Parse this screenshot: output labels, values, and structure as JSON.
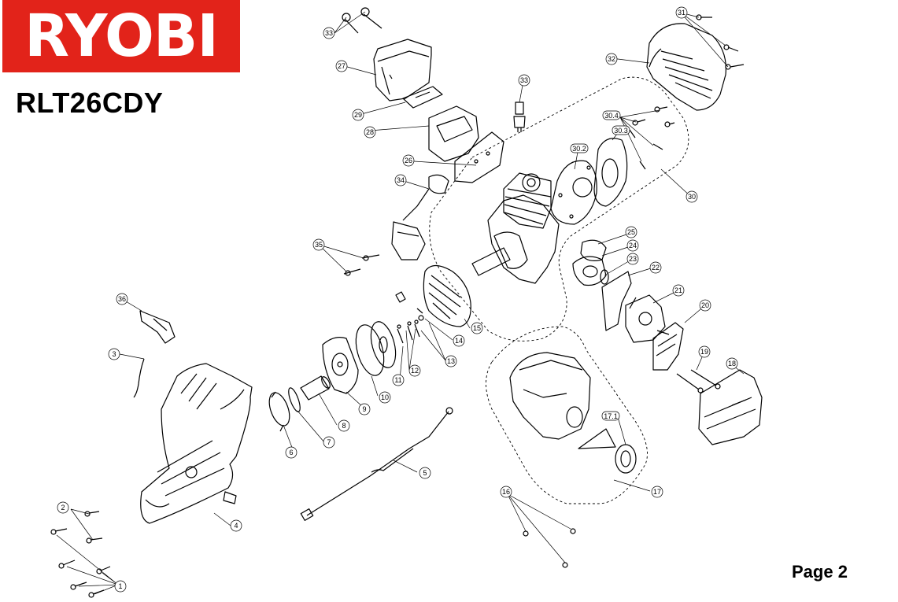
{
  "brand": {
    "logo_text": "RYOBI",
    "logo_color": "#e2231a"
  },
  "model": "RLT26CDY",
  "page_label": "Page 2",
  "callouts": [
    "1",
    "2",
    "3",
    "4",
    "5",
    "6",
    "7",
    "8",
    "9",
    "10",
    "11",
    "12",
    "13",
    "14",
    "15",
    "16",
    "17",
    "17.1",
    "18",
    "19",
    "20",
    "21",
    "22",
    "23",
    "24",
    "25",
    "26",
    "27",
    "28",
    "29",
    "30",
    "30.2",
    "30.3",
    "30.4",
    "31",
    "32",
    "33",
    "33",
    "34",
    "35",
    "36"
  ]
}
